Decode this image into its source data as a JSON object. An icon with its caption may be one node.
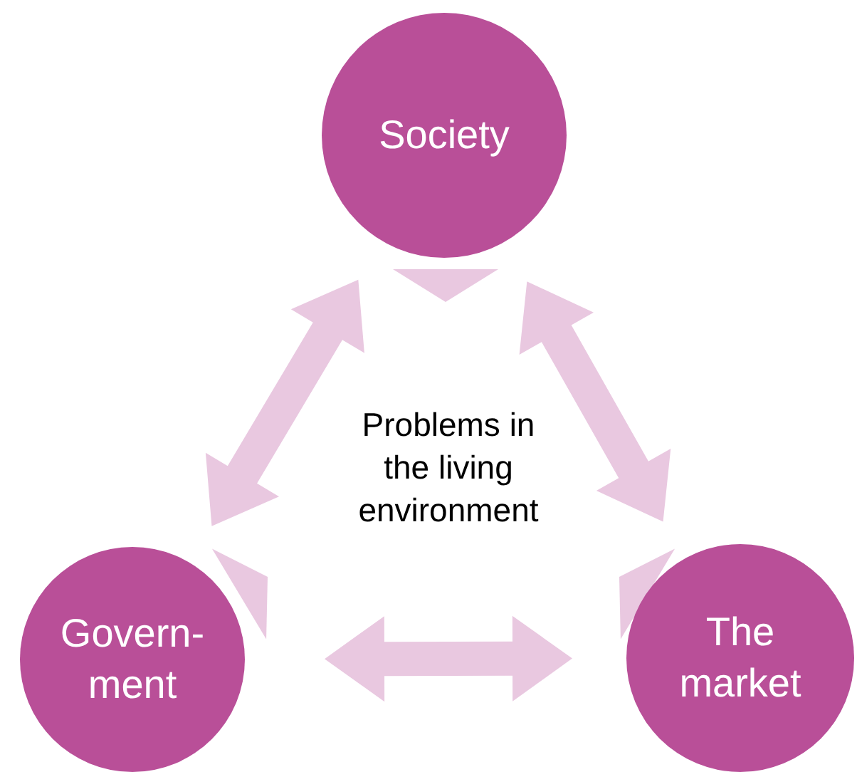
{
  "diagram": {
    "nodes": [
      {
        "text": [
          "Society"
        ]
      },
      {
        "text": [
          "Govern- ment"
        ]
      },
      {
        "text": [
          "The market"
        ]
      }
    ],
    "edges": [
      {
        "from": 0,
        "to": 1,
        "arrow": "both"
      },
      {
        "from": 0,
        "to": 2,
        "arrow": "both"
      },
      {
        "from": 1,
        "to": 2,
        "arrow": "both"
      }
    ],
    "labels": [
      "Problems in the living environment"
    ]
  }
}
